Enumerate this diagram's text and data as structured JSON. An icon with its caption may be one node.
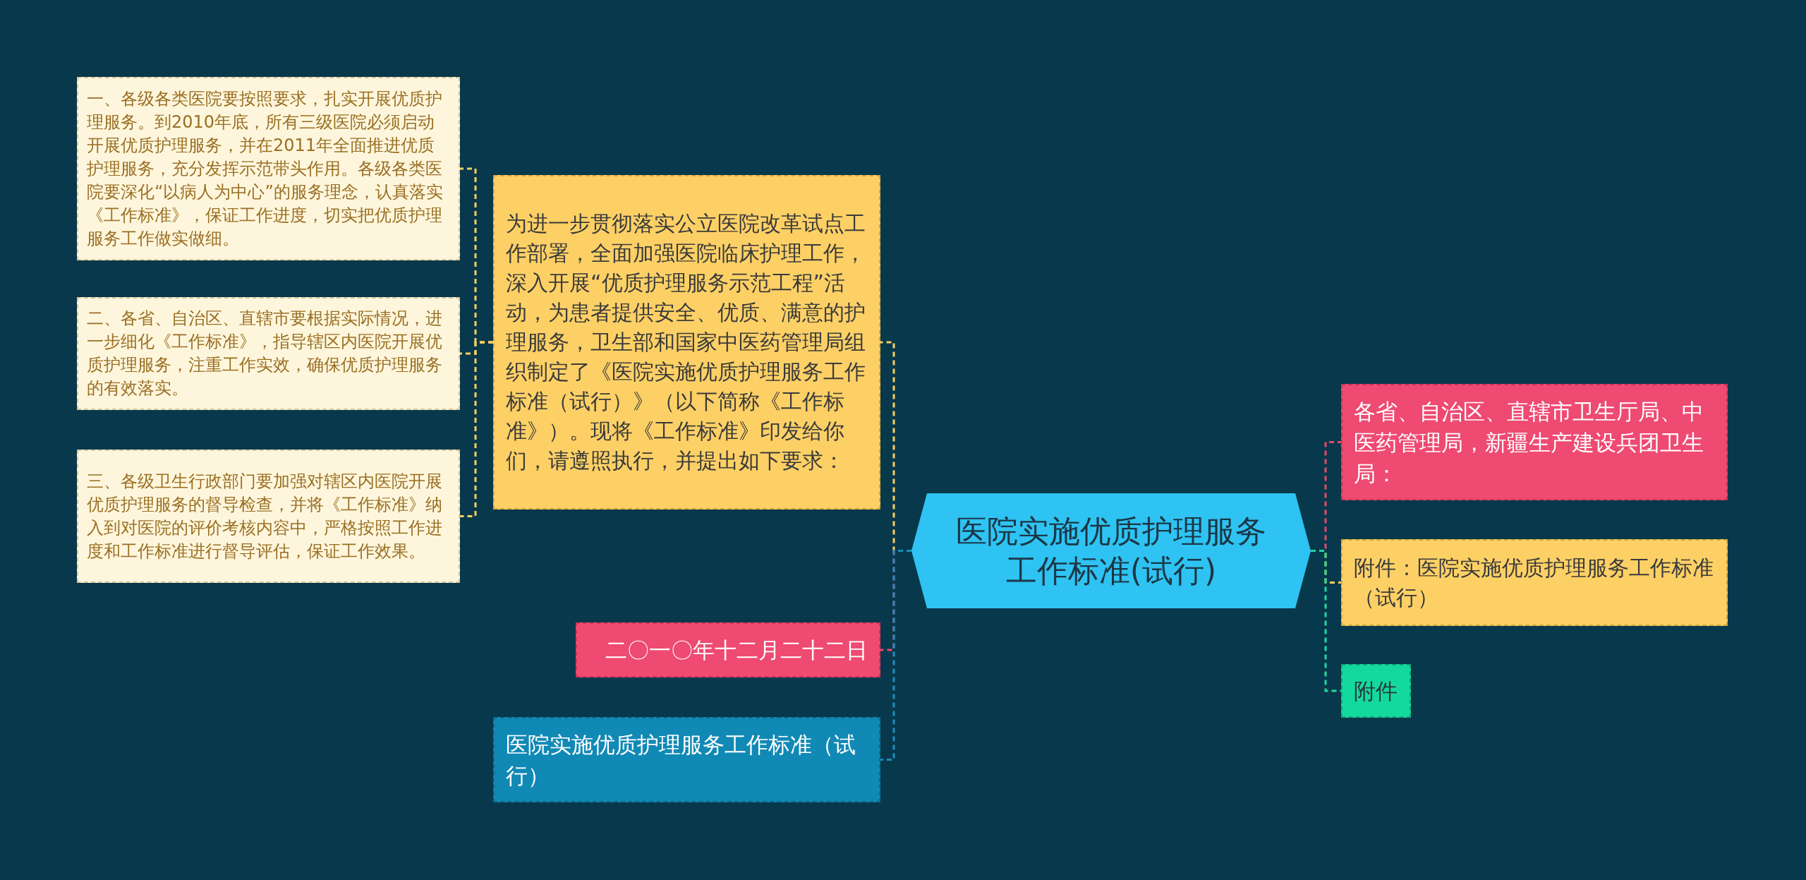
{
  "diagram": {
    "nodes": [
      {
        "text": [
          "医院实施优质护理服务工作标准(试行)"
        ]
      },
      {
        "text": [
          "各省、自治区、直辖市卫生厅局、中医药管理局，新疆生产建设兵团卫生局："
        ]
      },
      {
        "text": [
          "附件：医院实施优质护理服务工作标准（试行）"
        ]
      },
      {
        "text": [
          "附件"
        ]
      },
      {
        "text": [
          "为进一步贯彻落实公立医院改革试点工作部署，全面加强医院临床护理工作，深入开展“优质护理服务示范工程”活动，为患者提供安全、优质、满意的护理服务，卫生部和国家中医药管理局组织制定了《医院实施优质护理服务工作标准（试行）》（以下简称《工作标准》）。现将《工作标准》印发给你们，请遵照执行，并提出如下要求："
        ]
      },
      {
        "text": [
          "一、各级各类医院要按照要求，扎实开展优质护理服务。到2010年底，所有三级医院必须启动开展优质护理服务，并在2011年全面推进优质护理服务，充分发挥示范带头作用。各级各类医院要深化“以病人为中心”的服务理念，认真落实《工作标准》，保证工作进度，切实把优质护理服务工作做实做细。"
        ]
      },
      {
        "text": [
          "二、各省、自治区、直辖市要根据实际情况，进一步细化《工作标准》，指导辖区内医院开展优质护理服务，注重工作实效，确保优质护理服务的有效落实。"
        ]
      },
      {
        "text": [
          "三、各级卫生行政部门要加强对辖区内医院开展优质护理服务的督导检查，并将《工作标准》纳入到对医院的评价考核内容中，严格按照工作进度和工作标准进行督导评估，保证工作效果。"
        ]
      },
      {
        "text": [
          "二〇一〇年十二月二十二日"
        ]
      },
      {
        "text": [
          "医院实施优质护理服务工作标准（试行）"
        ]
      }
    ],
    "edges": [
      {
        "from": 0,
        "to": 1,
        "arrow": "none",
        "color": "#e8476f"
      },
      {
        "from": 0,
        "to": 2,
        "arrow": "none",
        "color": "#f7cf5f"
      },
      {
        "from": 0,
        "to": 3,
        "arrow": "none",
        "color": "#1fd8a0"
      },
      {
        "from": 0,
        "to": 4,
        "arrow": "none",
        "color": "#f7cf5f"
      },
      {
        "from": 4,
        "to": 5,
        "arrow": "none",
        "color": "#f7cf5f"
      },
      {
        "from": 4,
        "to": 6,
        "arrow": "none",
        "color": "#f7cf5f"
      },
      {
        "from": 4,
        "to": 7,
        "arrow": "none",
        "color": "#f7cf5f"
      },
      {
        "from": 0,
        "to": 8,
        "arrow": "none",
        "color": "#e8476f"
      },
      {
        "from": 0,
        "to": 9,
        "arrow": "none",
        "color": "#1a8fbf"
      }
    ]
  }
}
